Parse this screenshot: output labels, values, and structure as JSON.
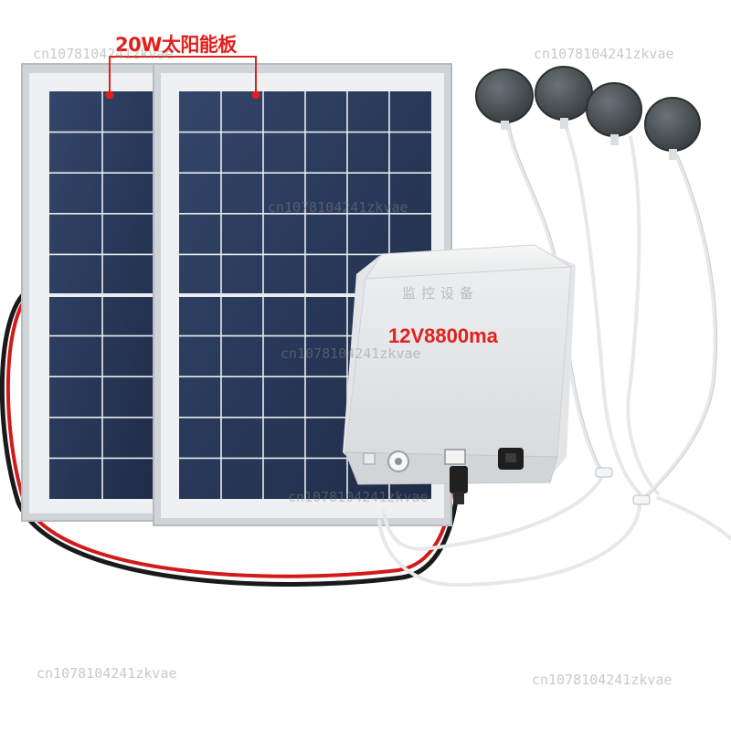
{
  "product": {
    "panel_label": "20W太阳能板",
    "box_label": "12V8800ma",
    "box_brand": "监控设备"
  },
  "watermarks": [
    "cn1078104241zkvae",
    "cn1078104241zkvae",
    "cn1078104241zkvae",
    "cn1078104241zkvae",
    "cn1078104241zkvae",
    "cn1078104241zkvae",
    "cn1078104241zkvae"
  ],
  "colors": {
    "label_red": "#e0201b",
    "cell_blue": "#2a3a5a",
    "frame_silver": "#d9dde0",
    "box_white": "#f1f2f2",
    "stone_gray": "#4a5257"
  },
  "objects": {
    "solar_panel_count": 2,
    "air_stone_count": 4
  }
}
